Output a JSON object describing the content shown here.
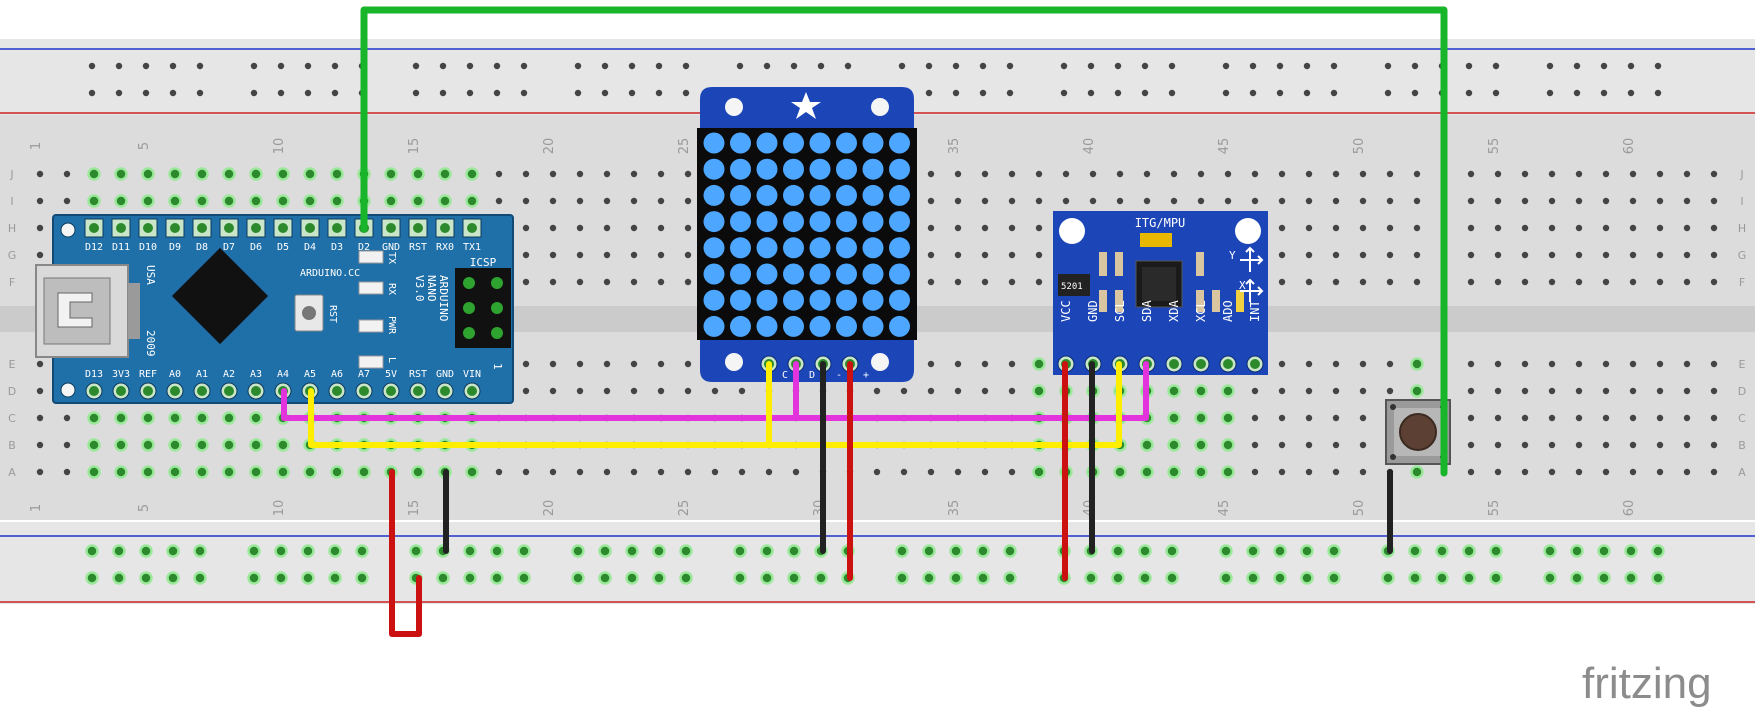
{
  "breadboard": {
    "row_letters": [
      "J",
      "I",
      "H",
      "G",
      "F",
      "E",
      "D",
      "C",
      "B",
      "A"
    ],
    "column_numbers": [
      "1",
      "5",
      "10",
      "15",
      "20",
      "25",
      "30",
      "35",
      "40",
      "45",
      "50",
      "55",
      "60"
    ]
  },
  "arduino": {
    "top_pins": [
      "D12",
      "D11",
      "D10",
      "D9",
      "D8",
      "D7",
      "D6",
      "D5",
      "D4",
      "D3",
      "D2",
      "GND",
      "RST",
      "RX0",
      "TX1"
    ],
    "bottom_pins": [
      "D13",
      "3V3",
      "REF",
      "A0",
      "A1",
      "A2",
      "A3",
      "A4",
      "A5",
      "A6",
      "A7",
      "5V",
      "RST",
      "GND",
      "VIN"
    ],
    "brand": "ARDUINO.CC",
    "model_lines": [
      "ARDUINO",
      "NANO",
      "V3.0"
    ],
    "icsp": "ICSP",
    "usa": "USA",
    "year": "2009",
    "rst": "RST",
    "leds": [
      "TX",
      "RX",
      "PWR",
      "L"
    ],
    "icsp_pin_one": "1"
  },
  "matrix": {
    "pin_labels": [
      "C",
      "D",
      "-",
      "+"
    ],
    "dot_color": "#4da6ff"
  },
  "imu": {
    "title": "ITG/MPU",
    "pins": [
      "VCC",
      "GND",
      "SCL",
      "SDA",
      "XDA",
      "XCL",
      "ADO",
      "INT"
    ],
    "regulator": "5201",
    "axis_y": "Y",
    "axis_x": "X"
  },
  "logo": {
    "text": "fritzing"
  },
  "colors": {
    "green_wire": "#18b52b",
    "magenta_wire": "#e233dd",
    "yellow_wire": "#ffee00",
    "red_wire": "#cc1111",
    "black_wire": "#222222",
    "board_blue": "#1f6fa8",
    "breakout_blue": "#1c46b8"
  }
}
